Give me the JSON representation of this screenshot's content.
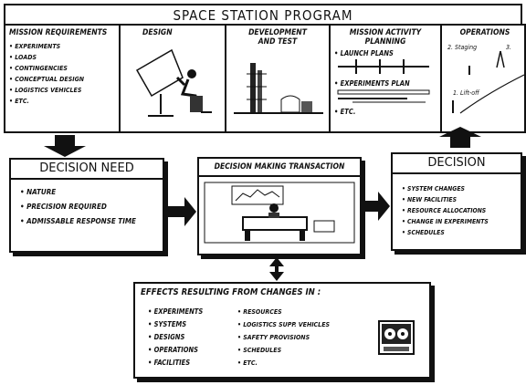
{
  "top": {
    "title": "SPACE STATION PROGRAM",
    "columns": {
      "mission_requirements": {
        "title": "MISSION REQUIREMENTS",
        "items": [
          "EXPERIMENTS",
          "LOADS",
          "CONTINGENCIES",
          "CONCEPTUAL DESIGN",
          "LOGISTICS VEHICLES",
          "ETC."
        ]
      },
      "design": {
        "title": "DESIGN"
      },
      "development": {
        "title_line1": "DEVELOPMENT",
        "title_line2": "AND TEST"
      },
      "mission_activity": {
        "title_line1": "MISSION ACTIVITY",
        "title_line2": "PLANNING",
        "launch_plans": "LAUNCH PLANS",
        "experiments_plan": "EXPERIMENTS PLAN",
        "etc": "ETC."
      },
      "operations": {
        "title": "OPERATIONS",
        "staging": "2. Staging",
        "step3": "3.",
        "liftoff": "1. Lift-off"
      }
    }
  },
  "decision_need": {
    "title": "DECISION NEED",
    "items": [
      "NATURE",
      "PRECISION REQUIRED",
      "ADMISSABLE RESPONSE TIME"
    ]
  },
  "transaction": {
    "title": "DECISION MAKING TRANSACTION"
  },
  "decision": {
    "title": "DECISION",
    "items": [
      "SYSTEM CHANGES",
      "NEW FACILITIES",
      "RESOURCE ALLOCATIONS",
      "CHANGE IN EXPERIMENTS",
      "SCHEDULES"
    ]
  },
  "effects": {
    "title": "EFFECTS RESULTING FROM CHANGES IN :",
    "left_items": [
      "EXPERIMENTS",
      "SYSTEMS",
      "DESIGNS",
      "OPERATIONS",
      "FACILITIES"
    ],
    "right_items": [
      "RESOURCES",
      "LOGISTICS SUPP. VEHICLES",
      "SAFETY PROVISIONS",
      "SCHEDULES",
      "ETC."
    ]
  }
}
